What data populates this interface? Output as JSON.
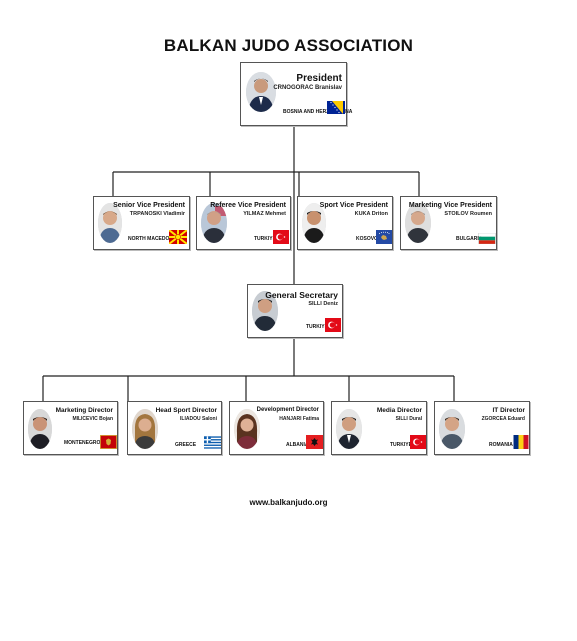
{
  "title": "BALKAN JUDO ASSOCIATION",
  "president": {
    "role": "President",
    "name": "CRNOGORAC Branislav",
    "country": "BOSNIA AND HERZEGOVINA"
  },
  "vice_presidents": [
    {
      "role": "Senior Vice President",
      "name": "TRPANOSKI Vladimir",
      "country": "NORTH MACEDONIA"
    },
    {
      "role": "Referee Vice President",
      "name": "YILMAZ Mehmet",
      "country": "TURKIYE"
    },
    {
      "role": "Sport Vice President",
      "name": "KUKA Driton",
      "country": "KOSOVO"
    },
    {
      "role": "Marketing Vice President",
      "name": "STOILOV Roumen",
      "country": "BULGARIA"
    }
  ],
  "secretary": {
    "role": "General Secretary",
    "name": "SILLI Deniz",
    "country": "TURKIYE"
  },
  "directors": [
    {
      "role": "Marketing Director",
      "name": "MILICEVIC Bojan",
      "country": "MONTENEGRO"
    },
    {
      "role": "Head Sport Director",
      "name": "ILIADOU Saloni",
      "country": "GREECE"
    },
    {
      "role": "Development Director",
      "name": "HANJARI Fatima",
      "country": "ALBANIA"
    },
    {
      "role": "Media Director",
      "name": "SILLI Dural",
      "country": "TURKIYE"
    },
    {
      "role": "IT Director",
      "name": "ZGORCEA Eduard",
      "country": "ROMANIA"
    }
  ],
  "footer": "www.balkanjudo.org",
  "colors": {
    "border": "#555555",
    "line": "#222222",
    "text": "#111111"
  }
}
